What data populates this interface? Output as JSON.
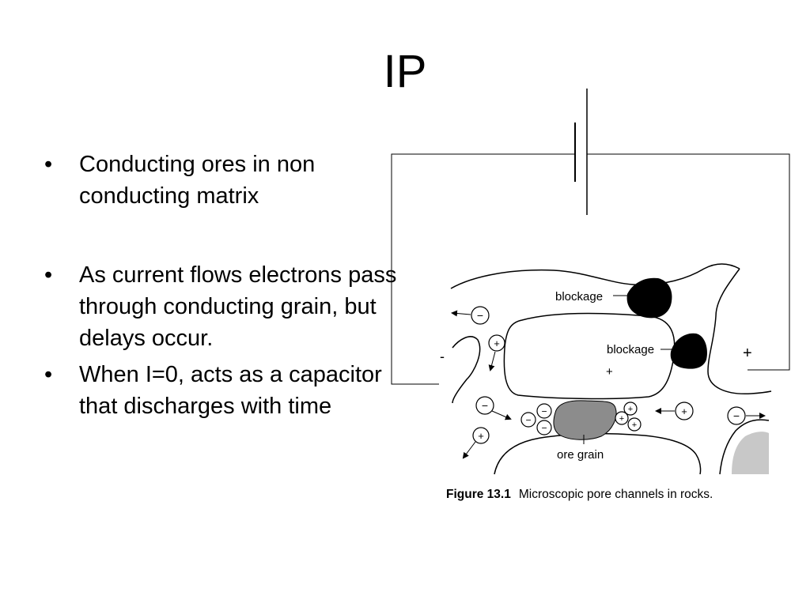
{
  "slide": {
    "title": "IP",
    "bullets": [
      "Conducting ores in non conducting matrix",
      "As current flows electrons pass through conducting grain, but delays occur.",
      "When I=0, acts as a capacitor that discharges with time"
    ],
    "bullet_symbol": "•"
  },
  "figure": {
    "labels": {
      "blockage_1": "blockage",
      "blockage_2": "blockage",
      "ore_grain": "ore grain",
      "terminal_negative": "-",
      "terminal_positive": "+",
      "plus_sign": "+",
      "minus_sign": "−"
    },
    "caption_number": "Figure 13.1",
    "caption_text": "Microscopic pore channels in rocks.",
    "colors": {
      "line": "#000000",
      "blockage_fill": "#000000",
      "ore_grain_fill": "#8c8c8c",
      "gray_grain_fill": "#c8c8c8"
    }
  }
}
